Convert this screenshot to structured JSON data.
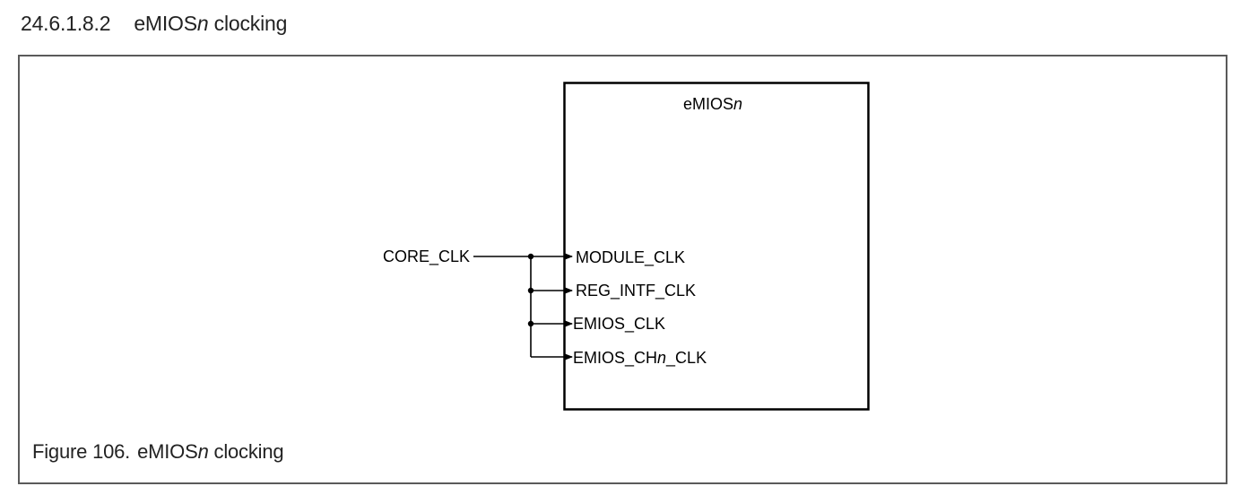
{
  "section": {
    "number": "24.6.1.8.2",
    "title_prefix": "eMIOS",
    "title_italic": "n",
    "title_suffix": " clocking"
  },
  "diagram": {
    "block": {
      "prefix": "eMIOS",
      "italic": "n"
    },
    "source_signal": "CORE_CLK",
    "inputs": [
      {
        "prefix": "MODULE_CLK",
        "italic": "",
        "suffix": ""
      },
      {
        "prefix": "REG_INTF_CLK",
        "italic": "",
        "suffix": ""
      },
      {
        "prefix": "EMIOS_CLK",
        "italic": "",
        "suffix": ""
      },
      {
        "prefix": "EMIOS_CH",
        "italic": "n",
        "suffix": "_CLK"
      }
    ]
  },
  "caption": {
    "figure_label": "Figure 106.",
    "title_prefix": "eMIOS",
    "title_italic": "n",
    "title_suffix": " clocking"
  }
}
